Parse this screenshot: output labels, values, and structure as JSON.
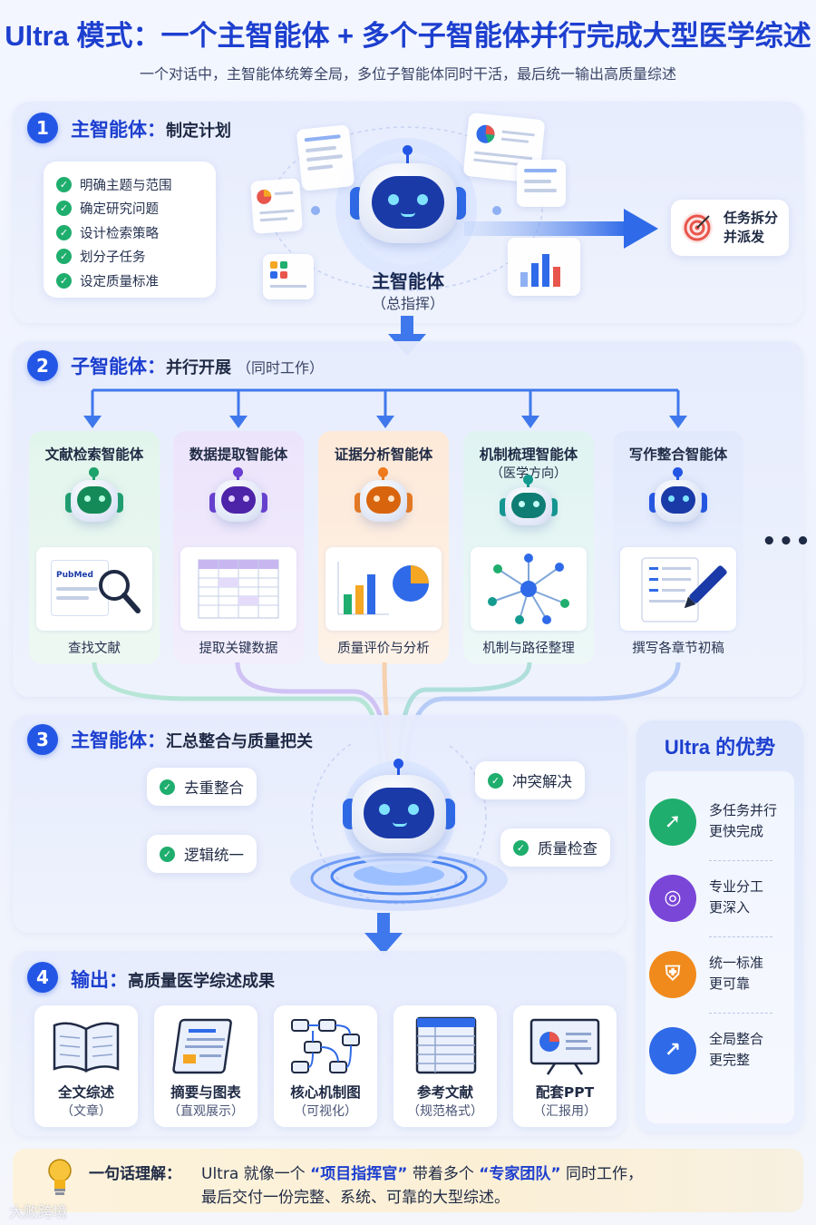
{
  "header": {
    "title": "Ultra 模式：一个主智能体 + 多个子智能体并行完成大型医学综述",
    "subtitle": "一个对话中，主智能体统筹全局，多位子智能体同时干活，最后统一输出高质量综述"
  },
  "step1": {
    "number": "1",
    "heading": "主智能体：",
    "heading_sub": "制定计划",
    "checklist": [
      "明确主题与范围",
      "确定研究问题",
      "设计检索策略",
      "划分子任务",
      "设定质量标准"
    ],
    "main_label": "主智能体",
    "main_sub": "（总指挥）",
    "dispatch": [
      "任务拆分",
      "并派发"
    ]
  },
  "step2": {
    "number": "2",
    "heading": "子智能体：",
    "heading_sub": "并行开展",
    "note": "（同时工作）",
    "agents": [
      {
        "title": "文献检索智能体",
        "title2": "",
        "caption": "查找文献",
        "color": "#1fa36c",
        "card_text": "PubMed"
      },
      {
        "title": "数据提取智能体",
        "title2": "",
        "caption": "提取关键数据",
        "color": "#6a3fd1"
      },
      {
        "title": "证据分析智能体",
        "title2": "",
        "caption": "质量评价与分析",
        "color": "#ef7b1c"
      },
      {
        "title": "机制梳理智能体",
        "title2": "（医学方向）",
        "caption": "机制与路径整理",
        "color": "#139b8f"
      },
      {
        "title": "写作整合智能体",
        "title2": "",
        "caption": "撰写各章节初稿",
        "color": "#2456e6"
      }
    ],
    "more": "•••"
  },
  "step3": {
    "number": "3",
    "heading": "主智能体：",
    "heading_sub": "汇总整合与质量把关",
    "pills": [
      "去重整合",
      "冲突解决",
      "逻辑统一",
      "质量检查"
    ]
  },
  "advantages": {
    "title": "Ultra 的优势",
    "items": [
      {
        "line1": "多任务并行",
        "line2": "更快完成",
        "icon": "rocket-icon",
        "color": "#1fae6d"
      },
      {
        "line1": "专业分工",
        "line2": "更深入",
        "icon": "target-icon",
        "color": "#7a46d8"
      },
      {
        "line1": "统一标准",
        "line2": "更可靠",
        "icon": "shield-icon",
        "color": "#f08a1c"
      },
      {
        "line1": "全局整合",
        "line2": "更完整",
        "icon": "chart-icon",
        "color": "#2f6ae8"
      }
    ]
  },
  "step4": {
    "number": "4",
    "heading": "输出：",
    "heading_sub": "高质量医学综述成果",
    "outputs": [
      {
        "label": "全文综述",
        "sub": "（文章）"
      },
      {
        "label": "摘要与图表",
        "sub": "（直观展示）"
      },
      {
        "label": "核心机制图",
        "sub": "（可视化）"
      },
      {
        "label": "参考文献",
        "sub": "（规范格式）"
      },
      {
        "label": "配套PPT",
        "sub": "（汇报用）"
      }
    ]
  },
  "summary": {
    "lead": "一句话理解：",
    "line1_a": "Ultra 就像一个",
    "line1_hl1": "“项目指挥官”",
    "line1_b": "带着多个",
    "line1_hl2": "“专家团队”",
    "line1_c": "同时工作，",
    "line2": "最后交付一份完整、系统、可靠的大型综述。"
  },
  "watermark": "大败跨境"
}
